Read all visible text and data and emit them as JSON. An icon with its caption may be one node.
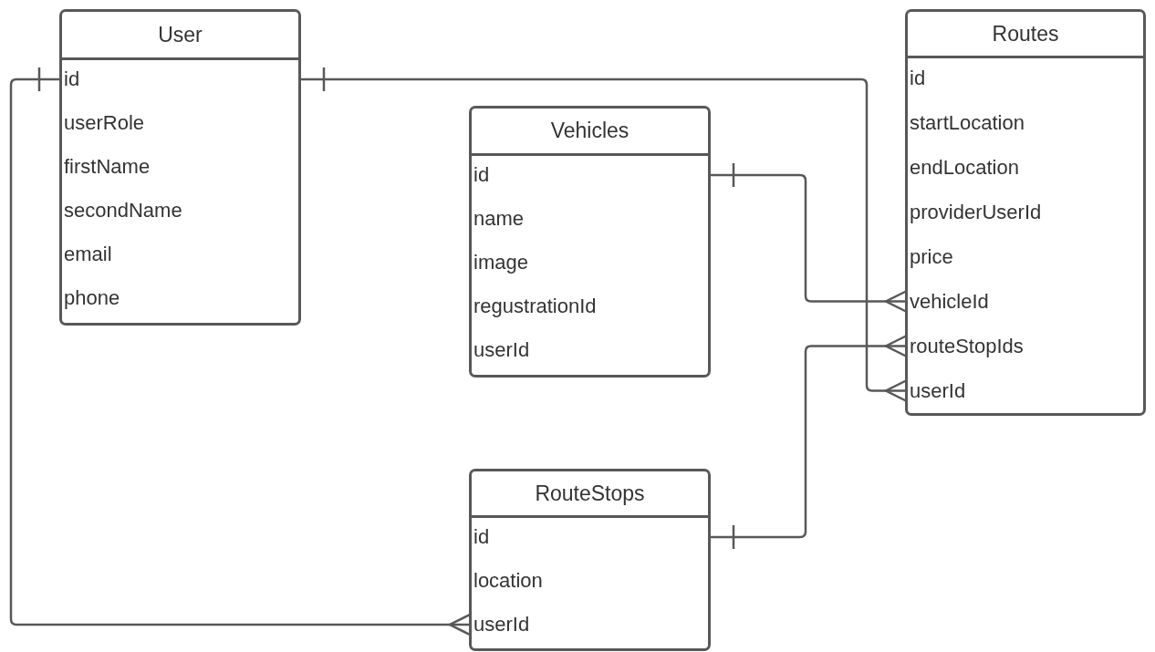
{
  "diagram": {
    "nodes": [
      {
        "text": [
          "User"
        ]
      },
      {
        "text": [
          "id"
        ],
        "in": 0
      },
      {
        "text": [
          "userRole"
        ],
        "in": 0
      },
      {
        "text": [
          "firstName"
        ],
        "in": 0
      },
      {
        "text": [
          "secondName"
        ],
        "in": 0
      },
      {
        "text": [
          "email"
        ],
        "in": 0
      },
      {
        "text": [
          "phone"
        ],
        "in": 0
      },
      {
        "text": [
          "Routes"
        ]
      },
      {
        "text": [
          "id"
        ],
        "in": 7
      },
      {
        "text": [
          "startLocation"
        ],
        "in": 7
      },
      {
        "text": [
          "endLocation"
        ],
        "in": 7
      },
      {
        "text": [
          "providerUserId"
        ],
        "in": 7
      },
      {
        "text": [
          "price"
        ],
        "in": 7
      },
      {
        "text": [
          "vehicleId"
        ],
        "in": 7
      },
      {
        "text": [
          "routeStopIds"
        ],
        "in": 7
      },
      {
        "text": [
          "userId"
        ],
        "in": 7
      },
      {
        "text": [
          "Vehicles"
        ]
      },
      {
        "text": [
          "id"
        ],
        "in": 16
      },
      {
        "text": [
          "name"
        ],
        "in": 16
      },
      {
        "text": [
          "image"
        ],
        "in": 16
      },
      {
        "text": [
          "regustrationId"
        ],
        "in": 16
      },
      {
        "text": [
          "userId"
        ],
        "in": 16
      },
      {
        "text": [
          "RouteStops"
        ]
      },
      {
        "text": [
          "id"
        ],
        "in": 22
      },
      {
        "text": [
          "location"
        ],
        "in": 22
      },
      {
        "text": [
          "userId"
        ],
        "in": 22
      }
    ],
    "edges": [
      {
        "from": 0,
        "to": 15,
        "arrow": "other"
      },
      {
        "from": 1,
        "to": 25,
        "arrow": "other"
      },
      {
        "from": 16,
        "to": 13,
        "arrow": "other"
      },
      {
        "from": 22,
        "to": 14,
        "arrow": "other"
      }
    ]
  }
}
